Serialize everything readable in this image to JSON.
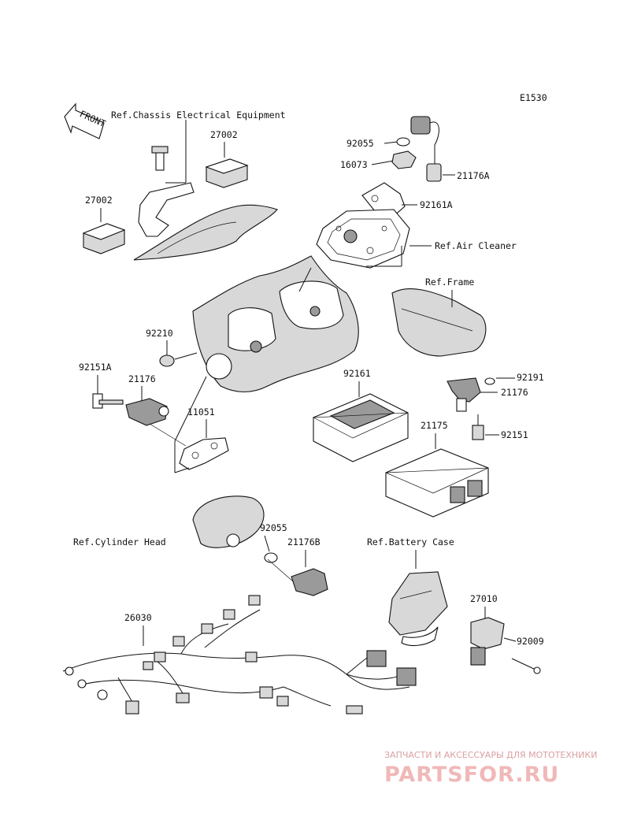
{
  "diagram": {
    "code": "E1530",
    "front_label": "FRONT",
    "references": {
      "chassis": "Ref.Chassis Electrical Equipment",
      "air_cleaner": "Ref.Air Cleaner",
      "frame": "Ref.Frame",
      "cylinder_head": "Ref.Cylinder Head",
      "battery_case": "Ref.Battery Case"
    },
    "parts": {
      "p27002_top": "27002",
      "p27002_left": "27002",
      "p92055_top": "92055",
      "p16073": "16073",
      "p21176A": "21176A",
      "p92161A": "92161A",
      "p92210": "92210",
      "p92151A": "92151A",
      "p21176_left": "21176",
      "p11051": "11051",
      "p92161": "92161",
      "p92191": "92191",
      "p21176_right": "21176",
      "p21175": "21175",
      "p92151": "92151",
      "p92055_low": "92055",
      "p21176B": "21176B",
      "p26030": "26030",
      "p27010": "27010",
      "p92009": "92009"
    }
  },
  "watermark": {
    "subtitle": "ЗАПЧАСТИ И АКСЕССУАРЫ ДЛЯ МОТОТЕХНИКИ",
    "brand": "PARTSFOR.RU"
  }
}
